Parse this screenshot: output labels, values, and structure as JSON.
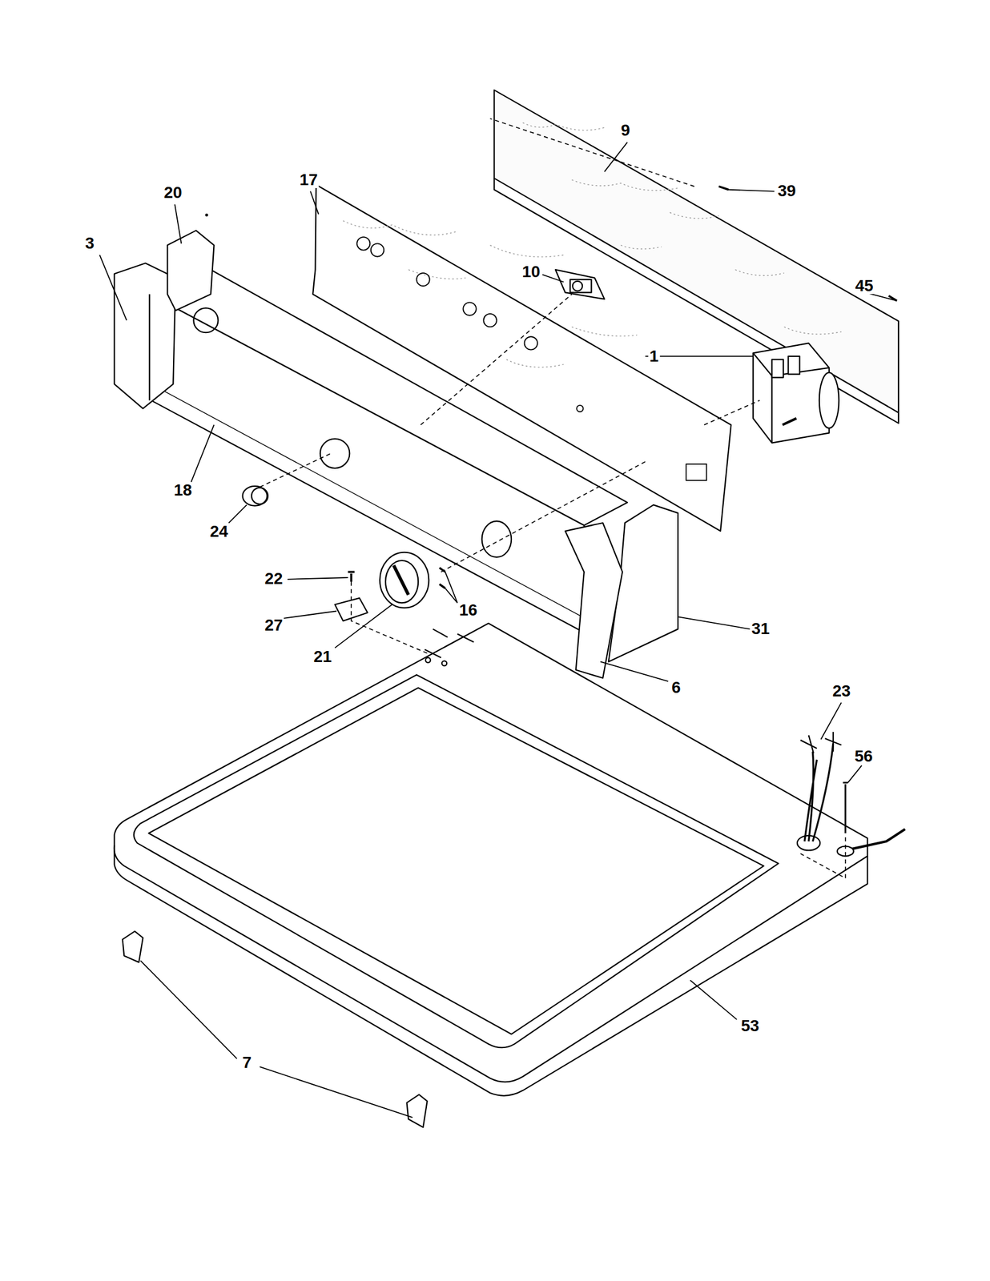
{
  "diagram": {
    "labels": [
      "9",
      "20",
      "17",
      "39",
      "3",
      "10",
      "45",
      "1",
      "18",
      "24",
      "22",
      "16",
      "27",
      "21",
      "31",
      "6",
      "23",
      "56",
      "53",
      "7"
    ]
  }
}
